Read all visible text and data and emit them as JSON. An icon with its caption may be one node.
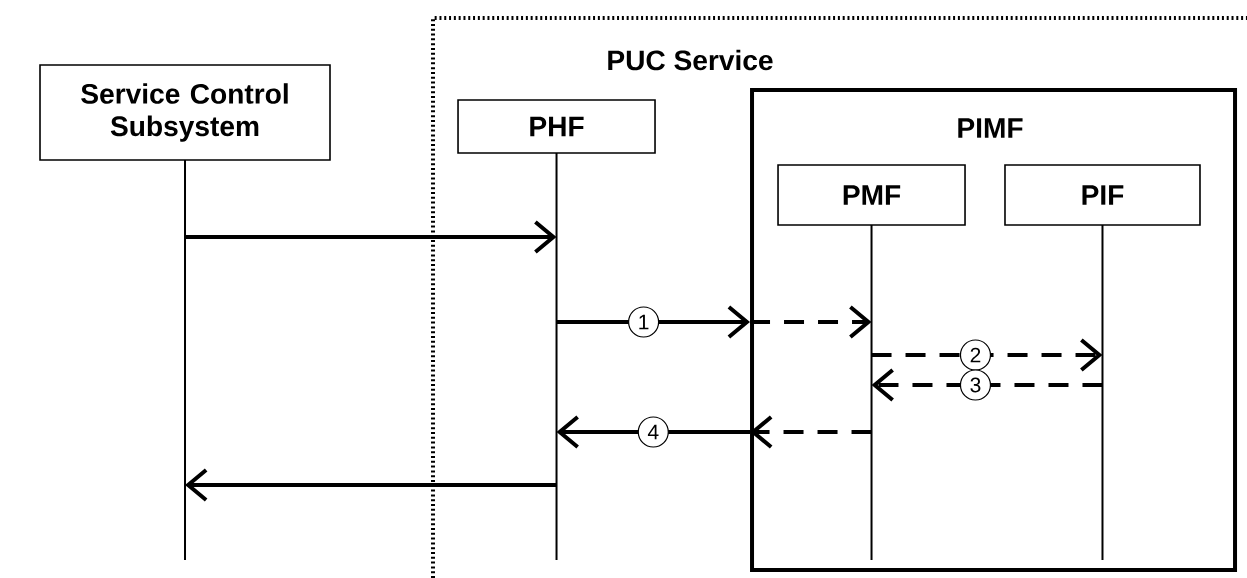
{
  "diagram": {
    "nodes": [
      {
        "text": [
          "PUC Service"
        ]
      },
      {
        "text": [
          "Service Control Subsystem"
        ]
      },
      {
        "text": [
          "PHF"
        ],
        "in": 0
      },
      {
        "text": [
          "PIMF"
        ],
        "in": 0
      },
      {
        "text": [
          "PMF"
        ],
        "in": 3
      },
      {
        "text": [
          "PIF"
        ],
        "in": 3
      }
    ],
    "edges": [
      {
        "from": 1,
        "to": 2,
        "arrow": "to"
      },
      {
        "from": 2,
        "to": 3,
        "arrow": "to",
        "label": "1"
      },
      {
        "from": 3,
        "to": 4,
        "arrow": "to",
        "style": "dashed"
      },
      {
        "from": 4,
        "to": 5,
        "arrow": "to",
        "style": "dashed",
        "label": "2"
      },
      {
        "from": 5,
        "to": 4,
        "arrow": "to",
        "style": "dashed",
        "label": "3"
      },
      {
        "from": 4,
        "to": 3,
        "arrow": "to",
        "style": "dashed"
      },
      {
        "from": 3,
        "to": 2,
        "arrow": "to",
        "label": "4"
      },
      {
        "from": 2,
        "to": 1,
        "arrow": "to"
      }
    ]
  }
}
